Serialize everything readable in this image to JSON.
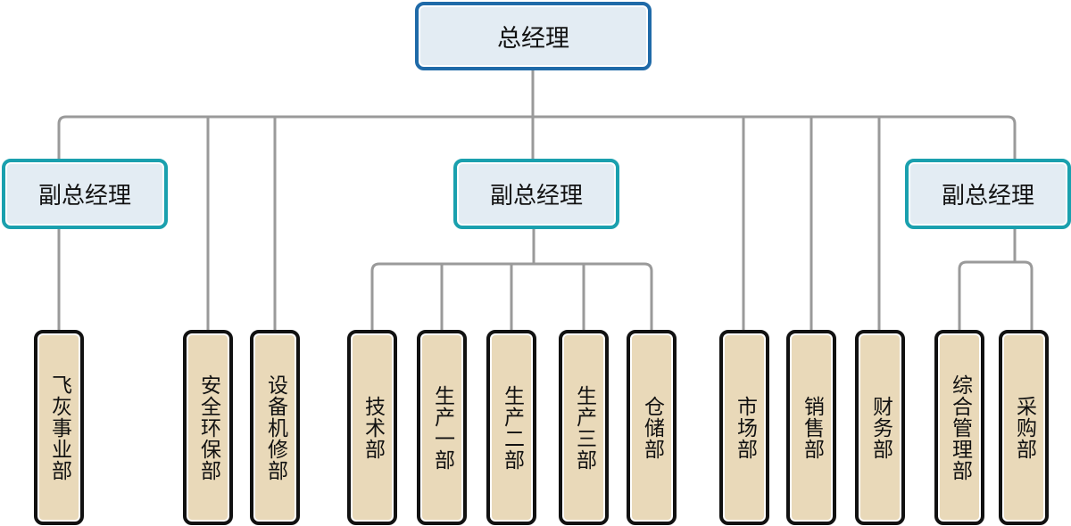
{
  "diagram": {
    "type": "org-chart",
    "root": {
      "label": "总经理"
    },
    "vice_presidents": [
      {
        "label": "副总经理",
        "position": "left"
      },
      {
        "label": "副总经理",
        "position": "center"
      },
      {
        "label": "副总经理",
        "position": "right"
      }
    ],
    "departments": [
      {
        "label": "飞灰事业部",
        "reports_to": "副总经理 (left)"
      },
      {
        "label": "安全环保部",
        "reports_to": "总经理"
      },
      {
        "label": "设备机修部",
        "reports_to": "总经理"
      },
      {
        "label": "技术部",
        "reports_to": "副总经理 (center)"
      },
      {
        "label": "生产一部",
        "reports_to": "副总经理 (center)"
      },
      {
        "label": "生产二部",
        "reports_to": "副总经理 (center)"
      },
      {
        "label": "生产三部",
        "reports_to": "副总经理 (center)"
      },
      {
        "label": "仓储部",
        "reports_to": "副总经理 (center)"
      },
      {
        "label": "市场部",
        "reports_to": "总经理"
      },
      {
        "label": "销售部",
        "reports_to": "总经理"
      },
      {
        "label": "财务部",
        "reports_to": "总经理"
      },
      {
        "label": "综合管理部",
        "reports_to": "副总经理 (right)"
      },
      {
        "label": "采购部",
        "reports_to": "副总经理 (right)"
      }
    ]
  },
  "colors": {
    "root_border": "#1f6aa8",
    "vp_border": "#1aa0ae",
    "header_fill": "#e3ecf3",
    "leaf_border": "#111111",
    "leaf_fill": "#e9d9b9",
    "connector": "#9a9a9a"
  }
}
